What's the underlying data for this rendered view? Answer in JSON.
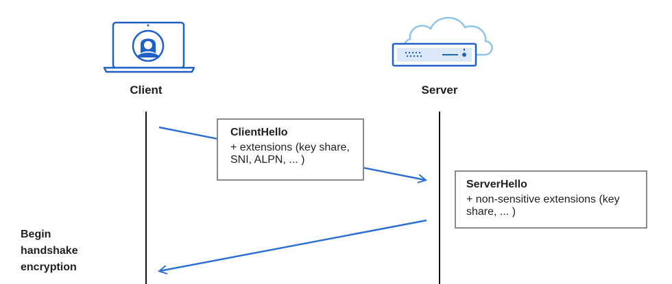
{
  "client": {
    "label": "Client",
    "icon": "laptop-user-icon"
  },
  "server": {
    "label": "Server",
    "icon": "server-cloud-icon"
  },
  "messages": [
    {
      "title": "ClientHello",
      "body": "+ extensions (key share, SNI, ALPN, ... )"
    },
    {
      "title": "ServerHello",
      "body": "+ non-sensitive extensions (key share, ... )"
    }
  ],
  "note": {
    "lines": [
      "Begin",
      "handshake",
      "encryption"
    ]
  },
  "colors": {
    "arrow": "#2b6fd6",
    "icon_blue": "#1f5fc8",
    "lifeline": "#111111",
    "box_border": "#8a8a8a"
  }
}
